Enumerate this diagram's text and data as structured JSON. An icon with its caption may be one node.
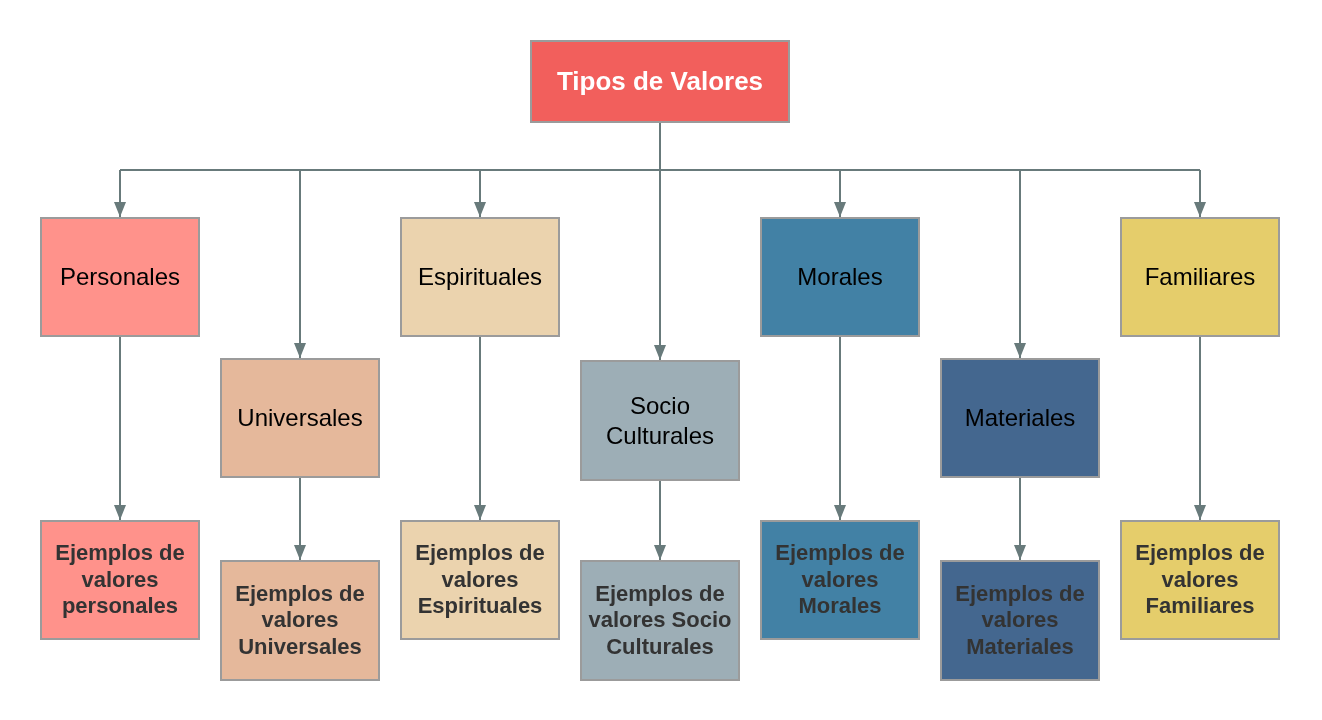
{
  "diagram": {
    "nodes": [
      {
        "text": [
          "Tipos de Valores"
        ]
      },
      {
        "text": [
          "Personales"
        ]
      },
      {
        "text": [
          "Universales"
        ]
      },
      {
        "text": [
          "Espirituales"
        ]
      },
      {
        "text": [
          "Socio Culturales"
        ]
      },
      {
        "text": [
          "Morales"
        ]
      },
      {
        "text": [
          "Materiales"
        ]
      },
      {
        "text": [
          "Familiares"
        ]
      },
      {
        "text": [
          "Ejemplos de valores personales"
        ]
      },
      {
        "text": [
          "Ejemplos de valores Universales"
        ]
      },
      {
        "text": [
          "Ejemplos de valores Espirituales"
        ]
      },
      {
        "text": [
          "Ejemplos de valores Socio Culturales"
        ]
      },
      {
        "text": [
          "Ejemplos de valores Morales"
        ]
      },
      {
        "text": [
          "Ejemplos de valores Materiales"
        ]
      },
      {
        "text": [
          "Ejemplos de valores Familiares"
        ]
      }
    ],
    "edges": [
      {
        "from": 0,
        "to": 1,
        "arrow": "to"
      },
      {
        "from": 0,
        "to": 2,
        "arrow": "to"
      },
      {
        "from": 0,
        "to": 3,
        "arrow": "to"
      },
      {
        "from": 0,
        "to": 4,
        "arrow": "to"
      },
      {
        "from": 0,
        "to": 5,
        "arrow": "to"
      },
      {
        "from": 0,
        "to": 6,
        "arrow": "to"
      },
      {
        "from": 0,
        "to": 7,
        "arrow": "to"
      },
      {
        "from": 1,
        "to": 8,
        "arrow": "to"
      },
      {
        "from": 2,
        "to": 9,
        "arrow": "to"
      },
      {
        "from": 3,
        "to": 10,
        "arrow": "to"
      },
      {
        "from": 4,
        "to": 11,
        "arrow": "to"
      },
      {
        "from": 5,
        "to": 12,
        "arrow": "to"
      },
      {
        "from": 6,
        "to": 13,
        "arrow": "to"
      },
      {
        "from": 7,
        "to": 14,
        "arrow": "to"
      }
    ]
  }
}
